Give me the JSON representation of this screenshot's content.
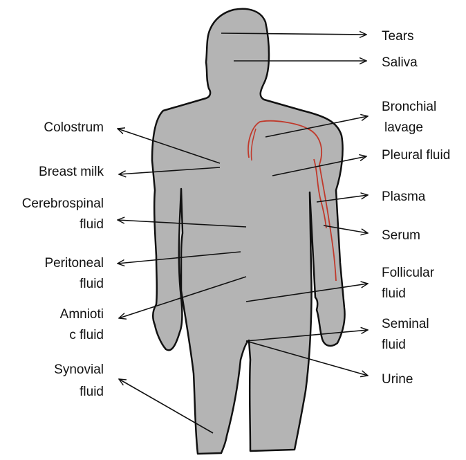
{
  "colors": {
    "body_fill": "#b4b4b4",
    "outline": "#111111",
    "vessel": "#c0392b",
    "arrow": "#111111",
    "text": "#111111"
  },
  "labels": {
    "tears": "Tears",
    "saliva": "Saliva",
    "bronchial_1": "Bronchial",
    "bronchial_2": "lavage",
    "pleural": "Pleural fluid",
    "plasma": "Plasma",
    "serum": "Serum",
    "follicular_1": "Follicular",
    "follicular_2": "fluid",
    "seminal_1": "Seminal",
    "seminal_2": "fluid",
    "urine": "Urine",
    "colostrum": "Colostrum",
    "breast_milk": "Breast milk",
    "csf_1": "Cerebrospinal",
    "csf_2": "fluid",
    "peritoneal_1": "Peritoneal",
    "peritoneal_2": "fluid",
    "amniotic_1": "Amnioti",
    "amniotic_2": "c fluid",
    "synovial_1": "Synovial",
    "synovial_2": "fluid"
  }
}
